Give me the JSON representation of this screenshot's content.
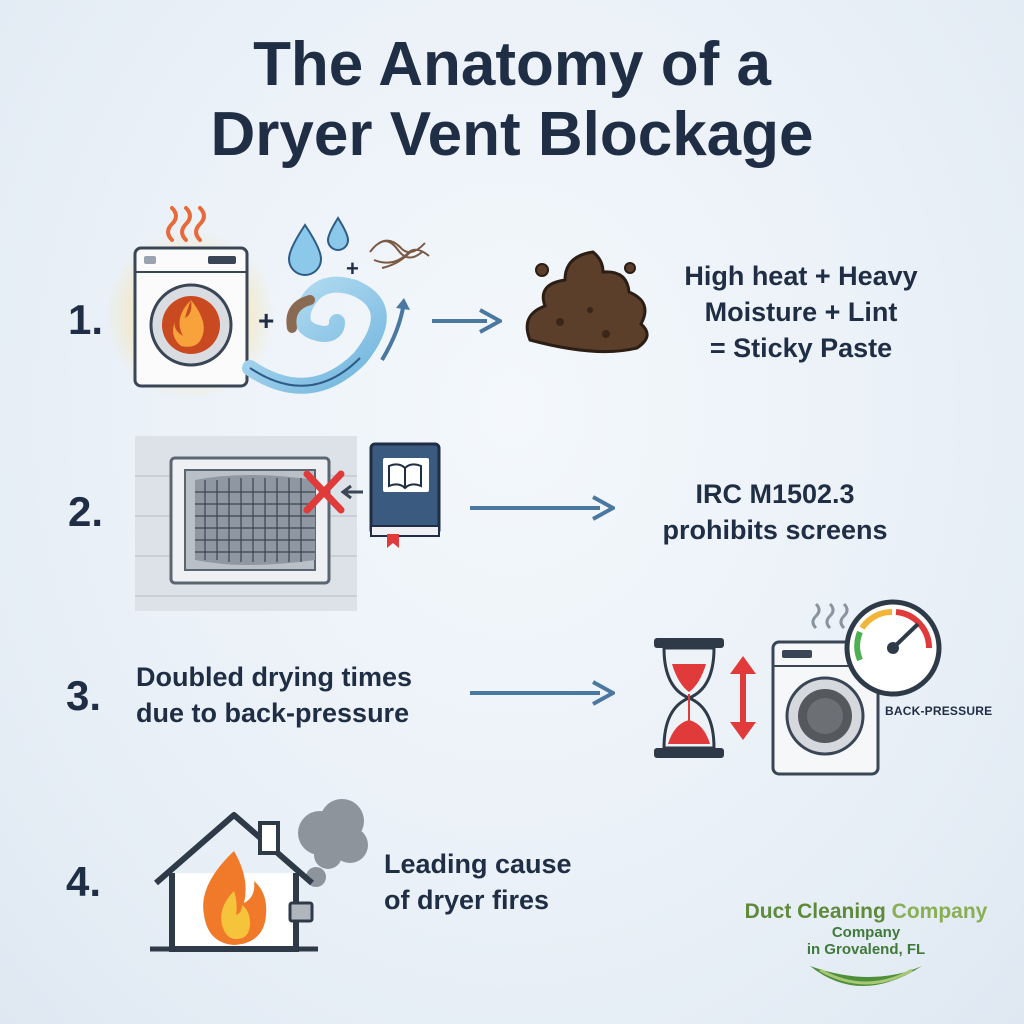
{
  "title": {
    "line1": "The Anatomy of a",
    "line2": "Dryer Vent Blockage"
  },
  "steps": [
    {
      "number": "1.",
      "caption_lines": [
        "High heat + Heavy",
        "Moisture + Lint",
        "= Sticky Paste"
      ],
      "icons": [
        "dryer-heat-icon",
        "water-drops-icon",
        "lint-icon",
        "air-swirl-icon",
        "paste-blob-icon"
      ],
      "plus_signs": [
        "+",
        "+"
      ]
    },
    {
      "number": "2.",
      "caption_lines": [
        "IRC M1502.3",
        "prohibits screens"
      ],
      "icons": [
        "vent-screen-icon",
        "red-x-icon",
        "code-book-icon"
      ]
    },
    {
      "number": "3.",
      "caption_lines": [
        "Doubled drying times",
        "due to back-pressure"
      ],
      "icons": [
        "hourglass-icon",
        "up-down-arrow-icon",
        "dryer-icon",
        "pressure-gauge-icon"
      ],
      "gauge_label": "BACK-PRESSURE"
    },
    {
      "number": "4.",
      "caption_lines": [
        "Leading cause",
        "of dryer fires"
      ],
      "icons": [
        "house-fire-icon",
        "smoke-icon"
      ]
    }
  ],
  "logo": {
    "line1a": "Duct Cleaning",
    "line1b": "Company",
    "line2": "Company",
    "line3": "in Grovalend, FL"
  },
  "colors": {
    "text": "#1f2e44",
    "arrow": "#4a78a0",
    "fire_orange": "#f07a2a",
    "alert_red": "#e03a3a",
    "logo_green": "#5f8a3c"
  }
}
